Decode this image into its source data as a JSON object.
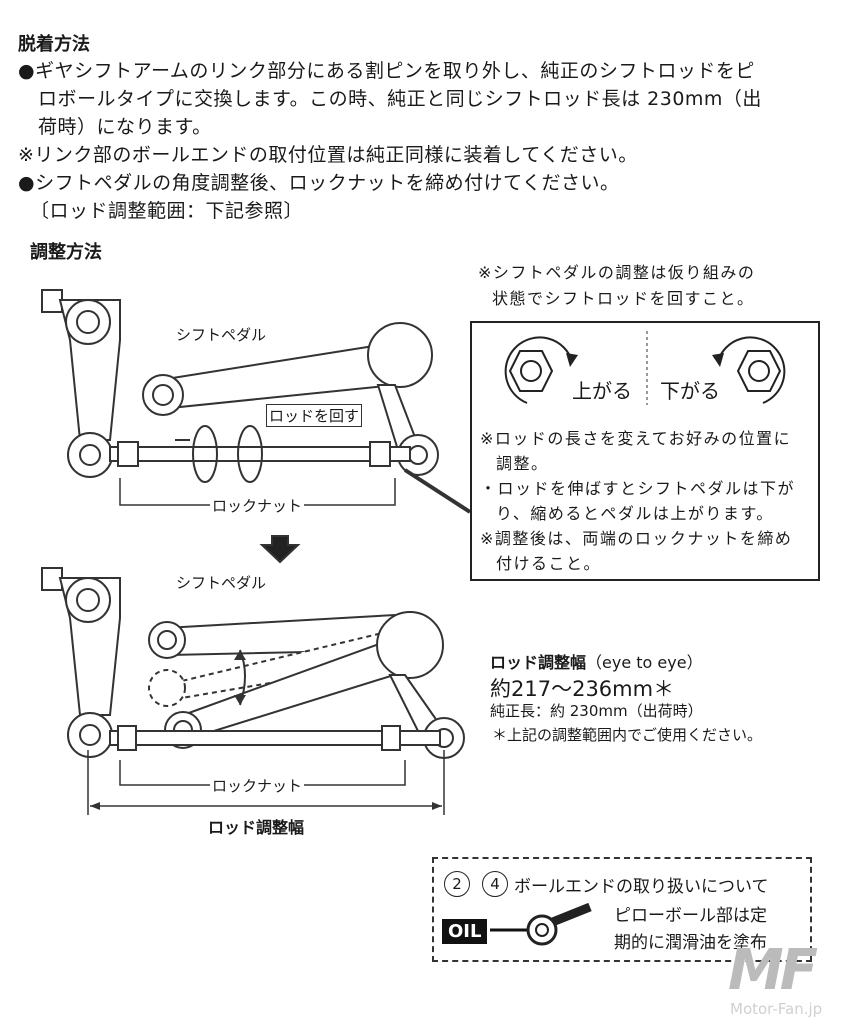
{
  "section1": {
    "title": "脱着方法",
    "lines": [
      "●ギヤシフトアームのリンク部分にある割ピンを取り外し、純正のシフトロッドをピ",
      "ロボールタイプに交換します。この時、純正と同じシフトロッド長は 230mm（出",
      "荷時）になります。",
      "※リンク部のボールエンドの取付位置は純正同様に装着してください。",
      "●シフトペダルの角度調整後、ロックナットを締め付けてください。",
      "〔ロッド調整範囲：下記参照〕"
    ]
  },
  "section2": {
    "title": "調整方法",
    "top_note": [
      "※シフトペダルの調整は仮り組みの",
      "状態でシフトロッドを回すこと。"
    ],
    "box": {
      "up_label": "上がる",
      "down_label": "下がる",
      "notes": [
        "※ロッドの長さを変えてお好みの位置に",
        "調整。",
        "・ロッドを伸ばすとシフトペダルは下が",
        "り、縮めるとペダルは上がります。",
        "※調整後は、両端のロックナットを締め",
        "付けること。"
      ]
    },
    "diagram1": {
      "pedal_label": "シフトペダル",
      "rotate_label": "ロッドを回す",
      "locknut_label": "ロックナット"
    },
    "diagram2": {
      "pedal_label": "シフトペダル",
      "locknut_label": "ロックナット",
      "width_label": "ロッド調整幅"
    },
    "spec": {
      "title": "ロッド調整幅",
      "title_suffix": "（eye to eye）",
      "range": "約217～236mm＊",
      "stock": "純正長：約 230mm（出荷時）",
      "note": "＊上記の調整範囲内でご使用ください。"
    }
  },
  "ballend": {
    "num1": "2",
    "num2": "4",
    "title": "ボールエンドの取り扱いについて",
    "oil_label": "OIL",
    "lines": [
      "ピローボール部は定",
      "期的に潤滑油を塗布"
    ]
  },
  "watermark": {
    "logo": "MF",
    "site": "Motor-Fan.jp"
  }
}
